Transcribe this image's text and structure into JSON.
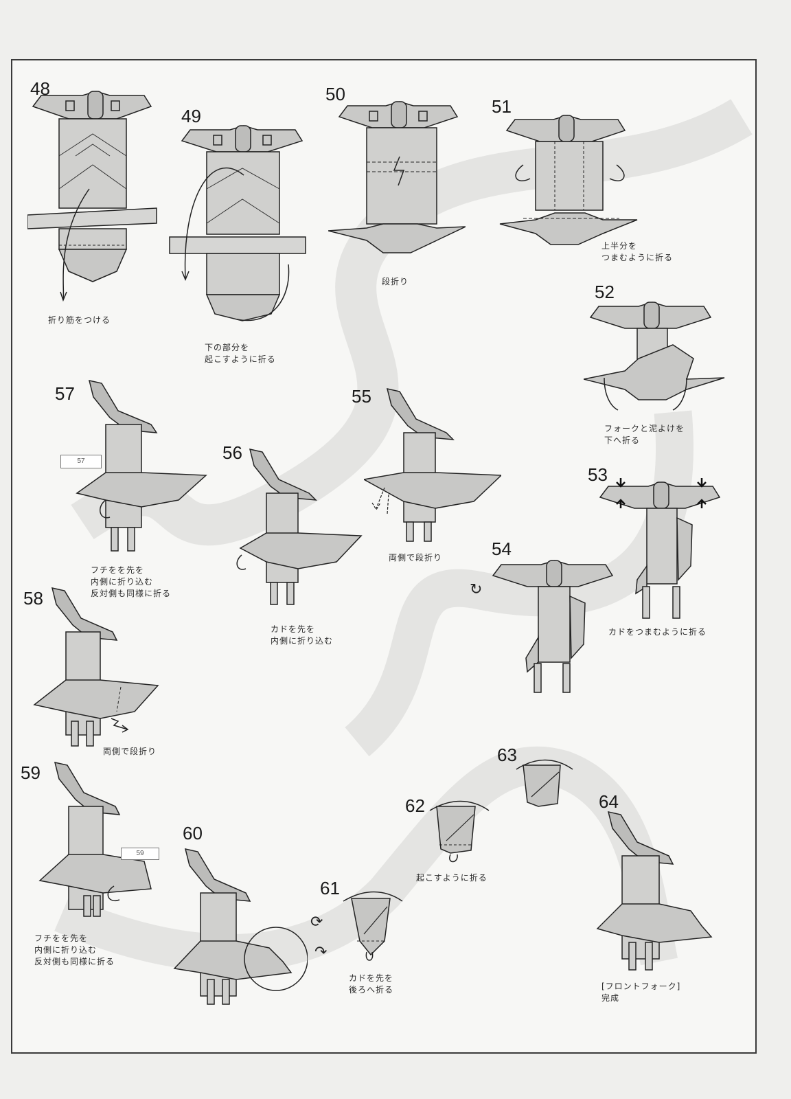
{
  "steps": [
    {
      "number": "48",
      "caption": "折り筋をつける"
    },
    {
      "number": "49",
      "caption": "下の部分を\n起こすように折る"
    },
    {
      "number": "50",
      "caption": "段折り"
    },
    {
      "number": "51",
      "caption": "上半分を\nつまむように折る"
    },
    {
      "number": "52",
      "caption": "フォークと泥よけを\n下へ折る"
    },
    {
      "number": "53",
      "caption": "カドをつまむように折る"
    },
    {
      "number": "54",
      "caption": ""
    },
    {
      "number": "55",
      "caption": "両側で段折り"
    },
    {
      "number": "56",
      "caption": "カドを先を\n内側に折り込む"
    },
    {
      "number": "57",
      "caption": "フチをを先を\n内側に折り込む\n反対側も同様に折る"
    },
    {
      "number": "58",
      "caption": "両側で段折り"
    },
    {
      "number": "59",
      "caption": "フチをを先を\n内側に折り込む\n反対側も同様に折る"
    },
    {
      "number": "60",
      "caption": ""
    },
    {
      "number": "61",
      "caption": "カドを先を\n後ろへ折る"
    },
    {
      "number": "62",
      "caption": "起こすように折る"
    },
    {
      "number": "63",
      "caption": ""
    },
    {
      "number": "64",
      "caption": "[フロントフォーク]\n完成"
    }
  ],
  "detail_labels": {
    "step57": "57",
    "step59": "59"
  },
  "icons": {
    "rotate": "rotate-icon",
    "turn_over": "turn-over-icon"
  }
}
